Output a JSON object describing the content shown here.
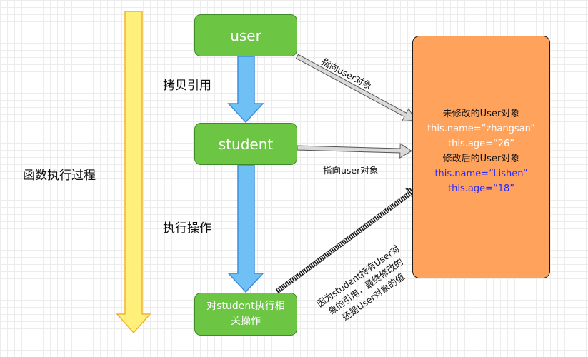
{
  "nodes": {
    "user": "user",
    "student": "student",
    "operate_line1": "对student执行相",
    "operate_line2": "关操作"
  },
  "object_box": {
    "before_title": "未修改的User对象",
    "before_name": "this.name=“zhangsan”",
    "before_age": "this.age=“26”",
    "after_title": "修改后的User对象",
    "after_name": "this.name=“Lishen”",
    "after_age": "this.age=“18”"
  },
  "labels": {
    "process": "函数执行过程",
    "copy_ref": "拷贝引用",
    "execute": "执行操作",
    "points_user_1": "指向user对象",
    "points_user_2": "指向user对象",
    "note_line1": "因为student持有User对",
    "note_line2": "象的引用，最终修改的",
    "note_line3": "还是User对象的值"
  },
  "colors": {
    "timeline_fill": "#fff07a",
    "timeline_stroke": "#f0b52a",
    "flow_arrow_fill": "#6fc0f5",
    "flow_arrow_stroke": "#3d8fd8",
    "node_fill": "#6cc644",
    "object_fill": "#ffa25c",
    "modified_text": "#2a2aff"
  }
}
